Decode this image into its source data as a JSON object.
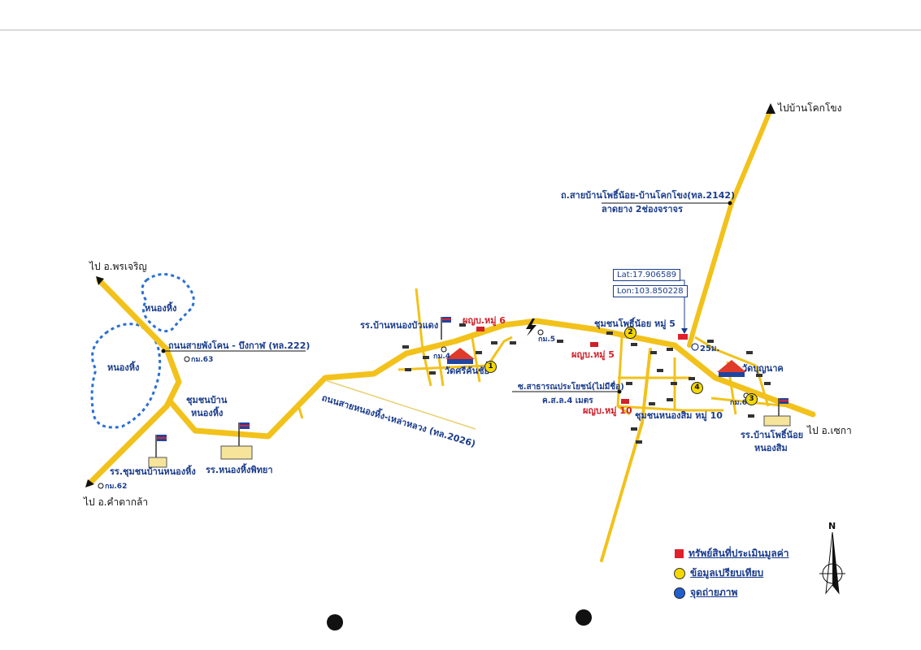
{
  "map": {
    "directions": {
      "to_bankokchong": "ไปบ้านโคกโขง",
      "to_phonjaroen": "ไป อ.พรเจริญ",
      "to_khamtakla": "ไป อ.คำตากล้า",
      "to_seka": "ไป อ.เซกา"
    },
    "roads": {
      "road_222": "ถนนสายพังโคน - บึงกาฬ (ทล.222)",
      "road_2026": "ถนนสายหนองหิ้ง-เหล่าหลวง (ทล.2026)",
      "road_2142_line1": "ถ.สายบ้านโพธิ์น้อย-บ้านโคกโขง(ทล.2142)",
      "road_2142_line2": "ลาดยาง 2ช่องจราจร",
      "soi_line1": "ซ.สาธารณประโยชน์(ไม่มีชื่อ)",
      "soi_line2": "ค.ส.ล.4 เมตร"
    },
    "km_markers": {
      "km63": "กม.63",
      "km62": "กม.62",
      "km5": "กม.5",
      "km4": "กม.4",
      "km6": "กม.6"
    },
    "coordinates": {
      "lat": "Lat:17.906589",
      "lon": "Lon:103.850228"
    },
    "ponds": {
      "pond1": "หนองหิ้ง",
      "pond2": "หนองหิ้ง"
    },
    "places": {
      "community_nonghing_1": "ชุมชนบ้าน",
      "community_nonghing_2": "หนองหิ้ง",
      "school_chumchon_nonghing": "รร.ชุมชนบ้านหนองหิ้ง",
      "school_nonghing_phitthaya": "รร.หนองหิ้งพิทยา",
      "school_nongbuadaeng": "รร.บ้านหนองบัวแดง",
      "temp_srikhunchai": "วัดศรีคันชัย",
      "temple_bunnak": "วัดบุญนาค",
      "community_phonoi": "ชุมชนโพธิ์น้อย หมู่ 5",
      "community_nongsom": "ชุมชนหนองสิม หมู่ 10",
      "school_phonoi_1": "รร.บ้านโพธิ์น้อย",
      "school_phonoi_2": "หนองสิม",
      "photo_point": "25ม."
    },
    "village_heads": {
      "moo6": "ผญบ.หมู่ 6",
      "moo5": "ผญบ.หมู่ 5",
      "moo10": "ผญบ.หมู่ 10"
    },
    "comparables": [
      "1",
      "2",
      "3",
      "4"
    ]
  },
  "legend": {
    "subject": "ทรัพย์สินที่ประเมินมูลค่า",
    "comparable": "ข้อมูลเปรียบเทียบ",
    "photo": "จุดถ่ายภาพ"
  },
  "compass": {
    "north": "N"
  },
  "colors": {
    "road": "#f2c21b",
    "text_blue": "#1a3c8c",
    "text_red": "#d0202a",
    "pond": "#2a6fd6",
    "subject": "#e0202a"
  }
}
